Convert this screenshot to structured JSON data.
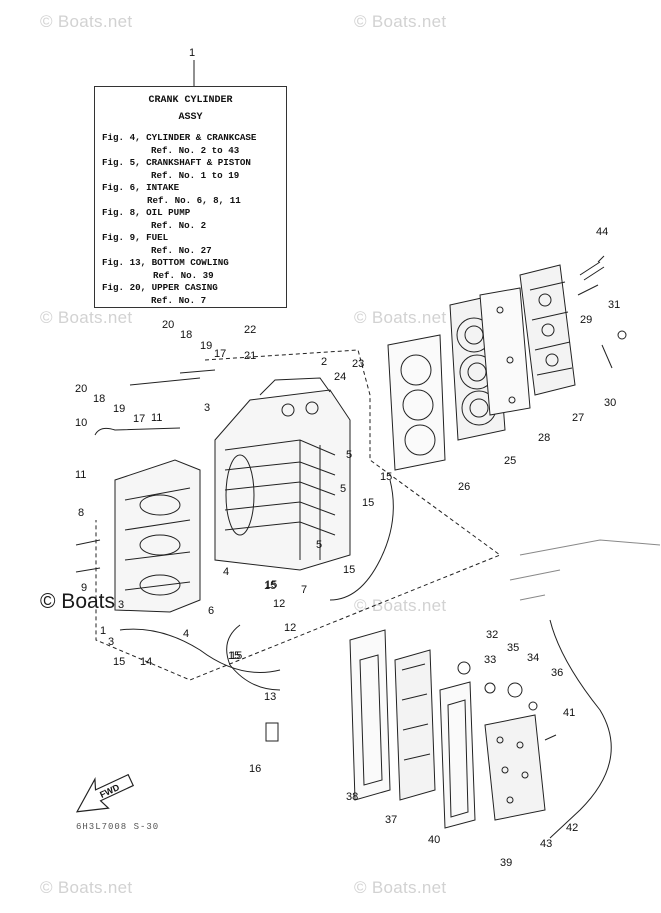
{
  "watermark": {
    "text": "© Boats.net",
    "featured_text": "© Boats.net"
  },
  "info_box": {
    "ref_number": "1",
    "title_line1": "CRANK CYLINDER",
    "title_line2": "ASSY",
    "lines": [
      "Fig. 4, CYLINDER & CRANKCASE",
      "Ref. No. 2 to 43",
      "Fig. 5, CRANKSHAFT & PISTON",
      "Ref. No. 1 to 19",
      "Fig. 6, INTAKE",
      "Ref. No. 6, 8, 11",
      "Fig. 8, OIL PUMP",
      "Ref. No. 2",
      "Fig. 9, FUEL",
      "Ref. No. 27",
      "Fig. 13, BOTTOM COWLING",
      "Ref. No. 39",
      "Fig. 20, UPPER CASING",
      "Ref. No. 7"
    ]
  },
  "fwd_label": "FWD",
  "drawing_code": "6H3L7008 S-30",
  "callouts": [
    "44",
    "31",
    "29",
    "30",
    "27",
    "28",
    "25",
    "26",
    "22",
    "21",
    "2",
    "23",
    "24",
    "20",
    "18",
    "19",
    "17",
    "20",
    "18",
    "19",
    "17",
    "3",
    "11",
    "10",
    "11",
    "5",
    "5",
    "5",
    "15",
    "15",
    "15",
    "15",
    "8",
    "9",
    "4",
    "3",
    "6",
    "7",
    "12",
    "12",
    "15",
    "15",
    "3",
    "1",
    "15",
    "14",
    "4",
    "15",
    "13",
    "16",
    "32",
    "33",
    "35",
    "34",
    "36",
    "41",
    "38",
    "37",
    "40",
    "39",
    "43",
    "42"
  ]
}
